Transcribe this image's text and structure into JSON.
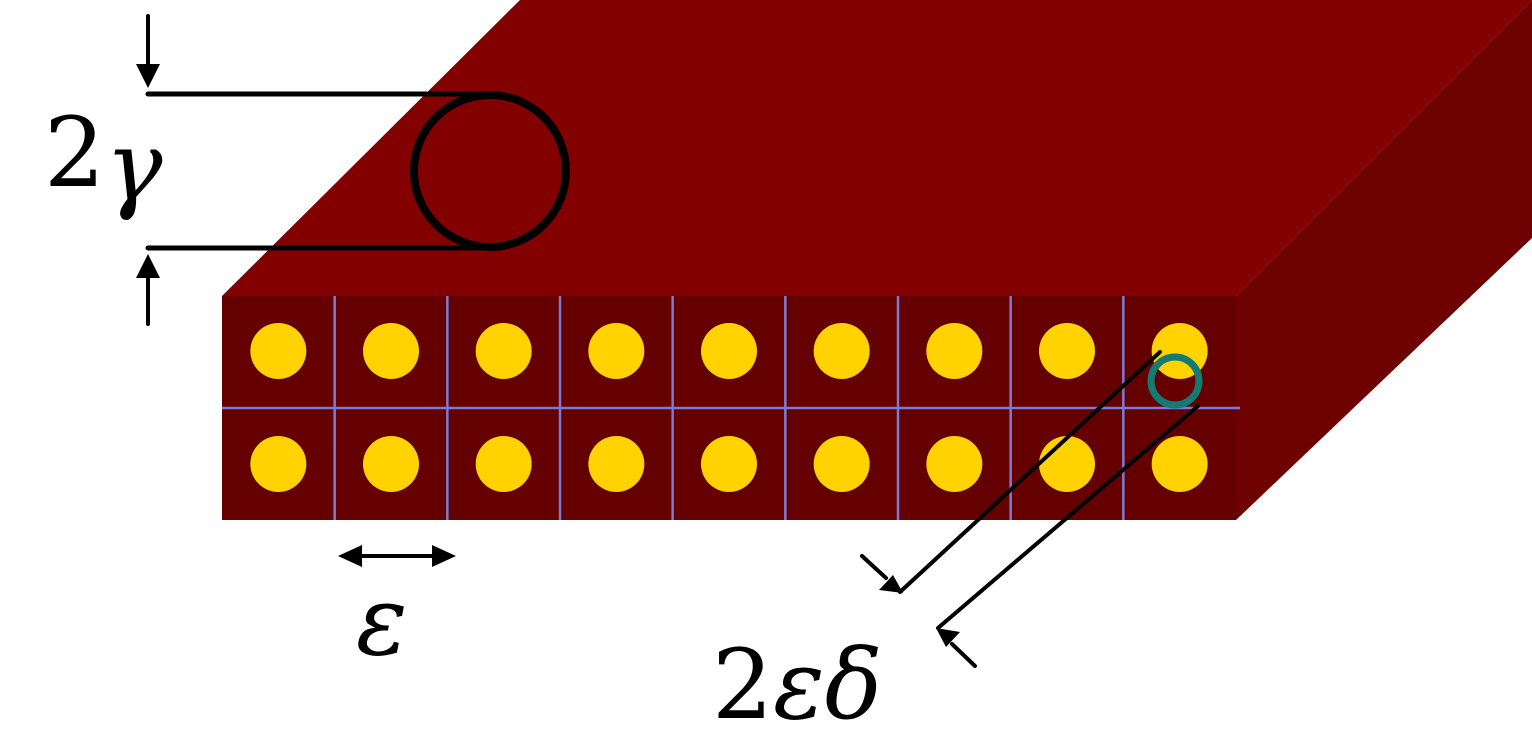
{
  "colors": {
    "top_face": "#820000",
    "side_face": "#6e0000",
    "front_face": "#650000",
    "grid_line": "#7b7bd6",
    "particle": "#ffd200",
    "cell_inclusion_ring": "#147a74",
    "annotation": "#000000"
  },
  "array": {
    "columns": 9,
    "rows": 2
  },
  "labels": {
    "gamma_coefficient": "2",
    "gamma_symbol": "γ",
    "cell_size_symbol": "ε",
    "inclusion_coefficient": "2",
    "inclusion_symbol_1": "ε",
    "inclusion_symbol_2": "δ"
  }
}
